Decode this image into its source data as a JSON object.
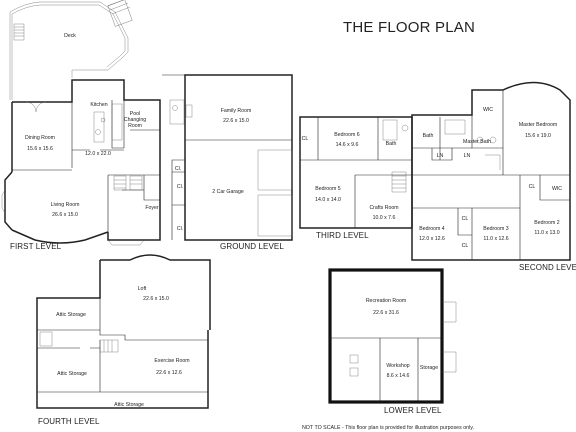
{
  "title": "THE FLOOR PLAN",
  "footer_note": "NOT TO SCALE - This floor plan is provided for illustration purposes only.",
  "levels": {
    "first": "FIRST LEVEL",
    "ground": "GROUND LEVEL",
    "third": "THIRD LEVEL",
    "second": "SECOND LEVEL",
    "fourth": "FOURTH LEVEL",
    "lower": "LOWER LEVEL"
  },
  "first_level": {
    "deck": "Deck",
    "dining_room": "Dining Room",
    "dining_dims": "15.6 x 15.6",
    "kitchen": "Kitchen",
    "kitchen_dims": "12.0 x 22.0",
    "pool_changing_1": "Pool",
    "pool_changing_2": "Changing",
    "pool_changing_3": "Room",
    "living_room": "Living Room",
    "living_dims": "26.6 x 15.0",
    "foyer": "Foyer"
  },
  "ground_level": {
    "family_room": "Family Room",
    "family_dims": "22.6 x 15.0",
    "garage": "2 Car Garage",
    "cl_1": "Cl.",
    "cl_2": "Cl.",
    "cl_3": "Cl."
  },
  "third_level": {
    "bedroom6": "Bedroom 6",
    "bedroom6_dims": "14.6 x 9.6",
    "cl": "CL",
    "bath": "Bath",
    "bedroom5": "Bedroom 5",
    "bedroom5_dims": "14.0 x 14.0",
    "crafts_room": "Crafts Room",
    "crafts_dims": "10.0 x 7.6"
  },
  "second_level": {
    "wic_1": "WIC",
    "master_bedroom": "Master Bedroom",
    "master_dims": "15.6 x 19.0",
    "bath": "Bath",
    "master_bath": "Master Bath",
    "ln_1": "LN",
    "ln_2": "LN",
    "cl_1": "CL",
    "wic_2": "WIC",
    "cl_2": "CL",
    "cl_3": "CL",
    "bedroom4": "Bedroom 4",
    "bedroom4_dims": "12.0 x 12.6",
    "bedroom3": "Bedroom 3",
    "bedroom3_dims": "11.0 x 12.6",
    "bedroom2": "Bedroom 2",
    "bedroom2_dims": "11.0 x 13.0"
  },
  "fourth_level": {
    "loft": "Loft",
    "loft_dims": "22.6 x 15.0",
    "attic_storage_1": "Attic Storage",
    "attic_storage_2": "Attic Storage",
    "attic_storage_3": "Attic Storage",
    "exercise_room": "Exercise Room",
    "exercise_dims": "22.6 x 12.6"
  },
  "lower_level": {
    "recreation_room": "Recreation Room",
    "recreation_dims": "22.6 x 31.6",
    "workshop": "Workshop",
    "workshop_dims": "8.6 x 14.6",
    "storage": "Storage"
  }
}
